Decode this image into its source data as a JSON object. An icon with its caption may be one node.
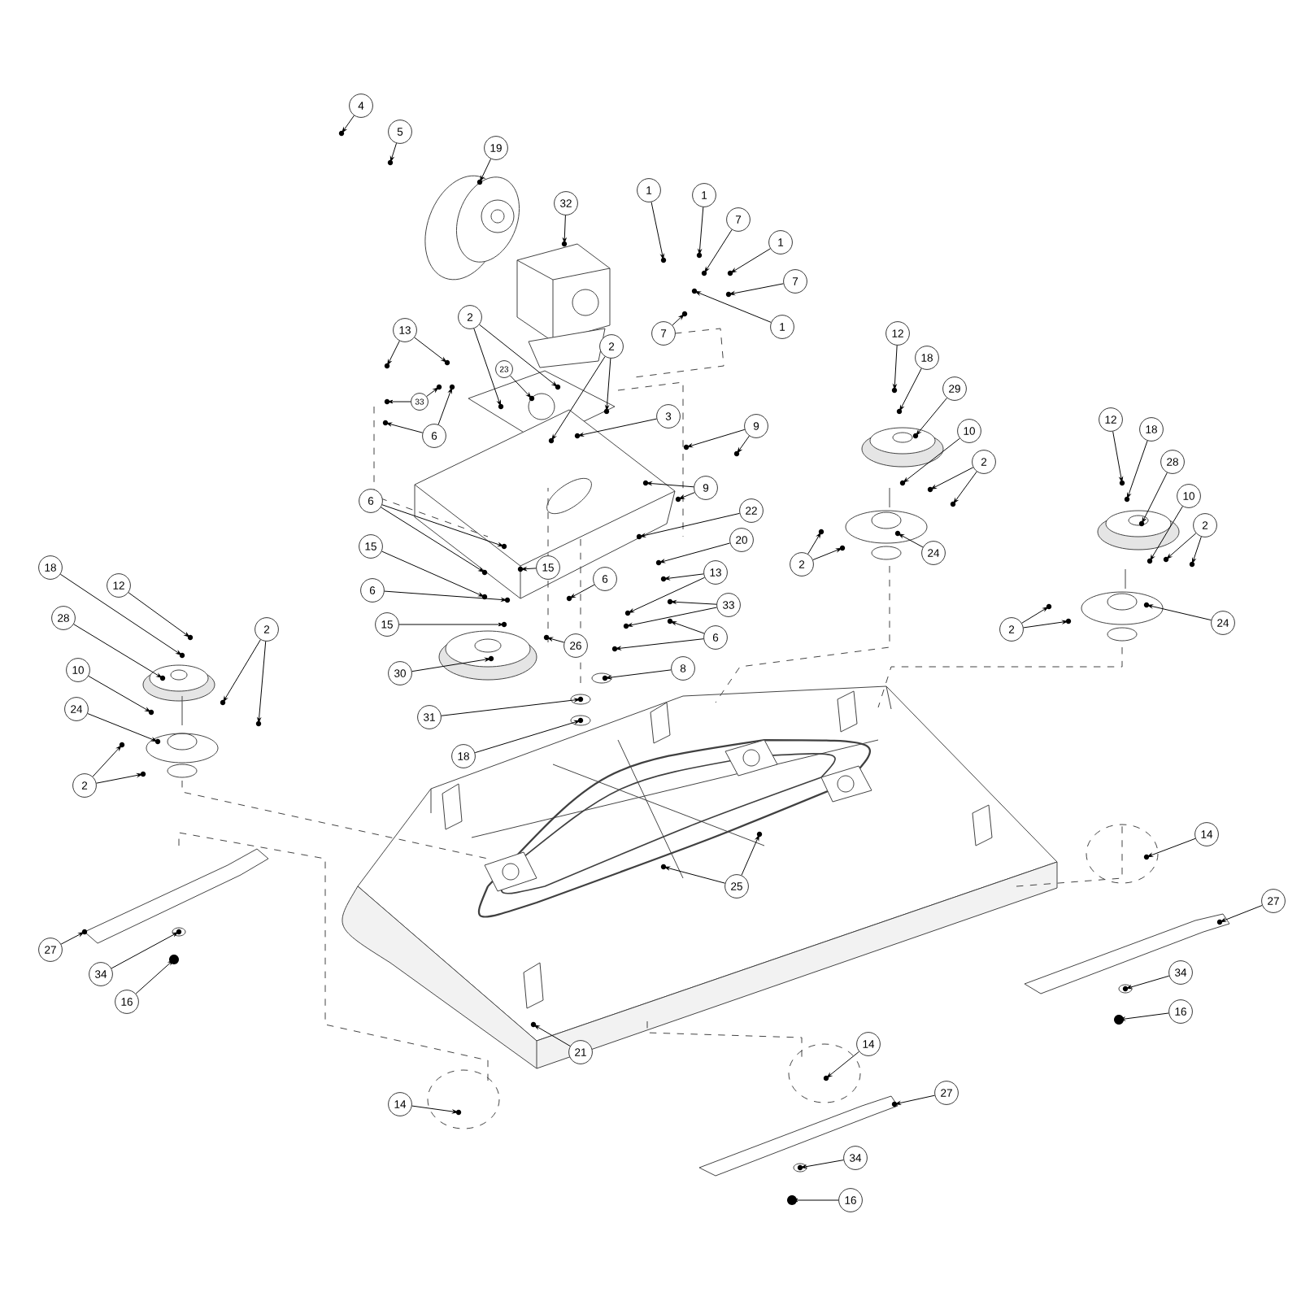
{
  "diagram": {
    "nodes": [
      {
        "text": [
          "4"
        ]
      },
      {
        "text": [
          "5"
        ]
      },
      {
        "text": [
          "19"
        ]
      },
      {
        "text": [
          "32"
        ]
      },
      {
        "text": [
          "1"
        ]
      },
      {
        "text": [
          "1"
        ]
      },
      {
        "text": [
          "7"
        ]
      },
      {
        "text": [
          "1"
        ]
      },
      {
        "text": [
          "7"
        ]
      },
      {
        "text": [
          "1"
        ]
      },
      {
        "text": [
          "7"
        ]
      },
      {
        "text": [
          "2"
        ]
      },
      {
        "text": [
          "13"
        ]
      },
      {
        "text": [
          "2"
        ]
      },
      {
        "text": [
          "23"
        ]
      },
      {
        "text": [
          "33"
        ]
      },
      {
        "text": [
          "3"
        ]
      },
      {
        "text": [
          "6"
        ]
      },
      {
        "text": [
          "9"
        ]
      },
      {
        "text": [
          "9"
        ]
      },
      {
        "text": [
          "6"
        ]
      },
      {
        "text": [
          "22"
        ]
      },
      {
        "text": [
          "15"
        ]
      },
      {
        "text": [
          "20"
        ]
      },
      {
        "text": [
          "15"
        ]
      },
      {
        "text": [
          "13"
        ]
      },
      {
        "text": [
          "6"
        ]
      },
      {
        "text": [
          "6"
        ]
      },
      {
        "text": [
          "33"
        ]
      },
      {
        "text": [
          "15"
        ]
      },
      {
        "text": [
          "26"
        ]
      },
      {
        "text": [
          "6"
        ]
      },
      {
        "text": [
          "8"
        ]
      },
      {
        "text": [
          "30"
        ]
      },
      {
        "text": [
          "31"
        ]
      },
      {
        "text": [
          "18"
        ]
      },
      {
        "text": [
          "18"
        ]
      },
      {
        "text": [
          "12"
        ]
      },
      {
        "text": [
          "28"
        ]
      },
      {
        "text": [
          "2"
        ]
      },
      {
        "text": [
          "10"
        ]
      },
      {
        "text": [
          "24"
        ]
      },
      {
        "text": [
          "2"
        ]
      },
      {
        "text": [
          "12"
        ]
      },
      {
        "text": [
          "18"
        ]
      },
      {
        "text": [
          "29"
        ]
      },
      {
        "text": [
          "10"
        ]
      },
      {
        "text": [
          "2"
        ]
      },
      {
        "text": [
          "24"
        ]
      },
      {
        "text": [
          "2"
        ]
      },
      {
        "text": [
          "12"
        ]
      },
      {
        "text": [
          "18"
        ]
      },
      {
        "text": [
          "28"
        ]
      },
      {
        "text": [
          "10"
        ]
      },
      {
        "text": [
          "2"
        ]
      },
      {
        "text": [
          "24"
        ]
      },
      {
        "text": [
          "2"
        ]
      },
      {
        "text": [
          "14"
        ]
      },
      {
        "text": [
          "25"
        ]
      },
      {
        "text": [
          "27"
        ]
      },
      {
        "text": [
          "27"
        ]
      },
      {
        "text": [
          "34"
        ]
      },
      {
        "text": [
          "34"
        ]
      },
      {
        "text": [
          "16"
        ]
      },
      {
        "text": [
          "16"
        ]
      },
      {
        "text": [
          "14"
        ]
      },
      {
        "text": [
          "21"
        ]
      },
      {
        "text": [
          "27"
        ]
      },
      {
        "text": [
          "14"
        ]
      },
      {
        "text": [
          "34"
        ]
      },
      {
        "text": [
          "16"
        ]
      }
    ],
    "edges": [
      {
        "from": 0,
        "to": null,
        "arrow": "to"
      },
      {
        "from": 1,
        "to": null,
        "arrow": "to"
      },
      {
        "from": 2,
        "to": null,
        "arrow": "to"
      },
      {
        "from": 3,
        "to": null,
        "arrow": "to"
      },
      {
        "from": 4,
        "to": null,
        "arrow": "to"
      },
      {
        "from": 5,
        "to": null,
        "arrow": "to"
      },
      {
        "from": 6,
        "to": null,
        "arrow": "to"
      },
      {
        "from": 7,
        "to": null,
        "arrow": "to"
      },
      {
        "from": 8,
        "to": null,
        "arrow": "to"
      },
      {
        "from": 9,
        "to": null,
        "arrow": "to"
      },
      {
        "from": 10,
        "to": null,
        "arrow": "to"
      },
      {
        "from": 11,
        "to": null,
        "arrow": "to"
      },
      {
        "from": 11,
        "to": null,
        "arrow": "to"
      },
      {
        "from": 12,
        "to": null,
        "arrow": "to"
      },
      {
        "from": 12,
        "to": null,
        "arrow": "to"
      },
      {
        "from": 13,
        "to": null,
        "arrow": "to"
      },
      {
        "from": 13,
        "to": null,
        "arrow": "to"
      },
      {
        "from": 14,
        "to": null,
        "arrow": "to"
      },
      {
        "from": 15,
        "to": null,
        "arrow": "to"
      },
      {
        "from": 15,
        "to": null,
        "arrow": "to"
      },
      {
        "from": 16,
        "to": null,
        "arrow": "to"
      },
      {
        "from": 17,
        "to": null,
        "arrow": "to"
      },
      {
        "from": 17,
        "to": null,
        "arrow": "to"
      },
      {
        "from": 18,
        "to": null,
        "arrow": "to"
      },
      {
        "from": 18,
        "to": null,
        "arrow": "to"
      },
      {
        "from": 19,
        "to": null,
        "arrow": "to"
      },
      {
        "from": 19,
        "to": null,
        "arrow": "to"
      },
      {
        "from": 20,
        "to": null,
        "arrow": "to"
      },
      {
        "from": 20,
        "to": null,
        "arrow": "to"
      },
      {
        "from": 21,
        "to": null,
        "arrow": "to"
      },
      {
        "from": 22,
        "to": null,
        "arrow": "to"
      },
      {
        "from": 23,
        "to": null,
        "arrow": "to"
      },
      {
        "from": 24,
        "to": null,
        "arrow": "to"
      },
      {
        "from": 25,
        "to": null,
        "arrow": "to"
      },
      {
        "from": 25,
        "to": null,
        "arrow": "to"
      },
      {
        "from": 26,
        "to": null,
        "arrow": "to"
      },
      {
        "from": 27,
        "to": null,
        "arrow": "to"
      },
      {
        "from": 28,
        "to": null,
        "arrow": "to"
      },
      {
        "from": 28,
        "to": null,
        "arrow": "to"
      },
      {
        "from": 29,
        "to": null,
        "arrow": "to"
      },
      {
        "from": 30,
        "to": null,
        "arrow": "to"
      },
      {
        "from": 31,
        "to": null,
        "arrow": "to"
      },
      {
        "from": 31,
        "to": null,
        "arrow": "to"
      },
      {
        "from": 32,
        "to": null,
        "arrow": "to"
      },
      {
        "from": 33,
        "to": null,
        "arrow": "to"
      },
      {
        "from": 34,
        "to": null,
        "arrow": "to"
      },
      {
        "from": 35,
        "to": null,
        "arrow": "to"
      },
      {
        "from": 36,
        "to": null,
        "arrow": "to"
      },
      {
        "from": 37,
        "to": null,
        "arrow": "to"
      },
      {
        "from": 38,
        "to": null,
        "arrow": "to"
      },
      {
        "from": 39,
        "to": null,
        "arrow": "to"
      },
      {
        "from": 39,
        "to": null,
        "arrow": "to"
      },
      {
        "from": 40,
        "to": null,
        "arrow": "to"
      },
      {
        "from": 41,
        "to": null,
        "arrow": "to"
      },
      {
        "from": 42,
        "to": null,
        "arrow": "to"
      },
      {
        "from": 42,
        "to": null,
        "arrow": "to"
      },
      {
        "from": 43,
        "to": null,
        "arrow": "to"
      },
      {
        "from": 44,
        "to": null,
        "arrow": "to"
      },
      {
        "from": 45,
        "to": null,
        "arrow": "to"
      },
      {
        "from": 46,
        "to": null,
        "arrow": "to"
      },
      {
        "from": 47,
        "to": null,
        "arrow": "to"
      },
      {
        "from": 47,
        "to": null,
        "arrow": "to"
      },
      {
        "from": 48,
        "to": null,
        "arrow": "to"
      },
      {
        "from": 49,
        "to": null,
        "arrow": "to"
      },
      {
        "from": 49,
        "to": null,
        "arrow": "to"
      },
      {
        "from": 50,
        "to": null,
        "arrow": "to"
      },
      {
        "from": 51,
        "to": null,
        "arrow": "to"
      },
      {
        "from": 52,
        "to": null,
        "arrow": "to"
      },
      {
        "from": 53,
        "to": null,
        "arrow": "to"
      },
      {
        "from": 54,
        "to": null,
        "arrow": "to"
      },
      {
        "from": 54,
        "to": null,
        "arrow": "to"
      },
      {
        "from": 55,
        "to": null,
        "arrow": "to"
      },
      {
        "from": 56,
        "to": null,
        "arrow": "to"
      },
      {
        "from": 56,
        "to": null,
        "arrow": "to"
      },
      {
        "from": 57,
        "to": null,
        "arrow": "to"
      },
      {
        "from": 58,
        "to": null,
        "arrow": "to"
      },
      {
        "from": 58,
        "to": null,
        "arrow": "to"
      },
      {
        "from": 59,
        "to": null,
        "arrow": "to"
      },
      {
        "from": 60,
        "to": null,
        "arrow": "to"
      },
      {
        "from": 61,
        "to": null,
        "arrow": "to"
      },
      {
        "from": 62,
        "to": null,
        "arrow": "to"
      },
      {
        "from": 63,
        "to": null,
        "arrow": "to"
      },
      {
        "from": 64,
        "to": null,
        "arrow": "to"
      },
      {
        "from": 65,
        "to": null,
        "arrow": "to"
      },
      {
        "from": 66,
        "to": null,
        "arrow": "to"
      },
      {
        "from": 67,
        "to": null,
        "arrow": "to"
      },
      {
        "from": 68,
        "to": null,
        "arrow": "to"
      },
      {
        "from": 69,
        "to": null,
        "arrow": "to"
      },
      {
        "from": 70,
        "to": null,
        "arrow": "to"
      }
    ]
  }
}
